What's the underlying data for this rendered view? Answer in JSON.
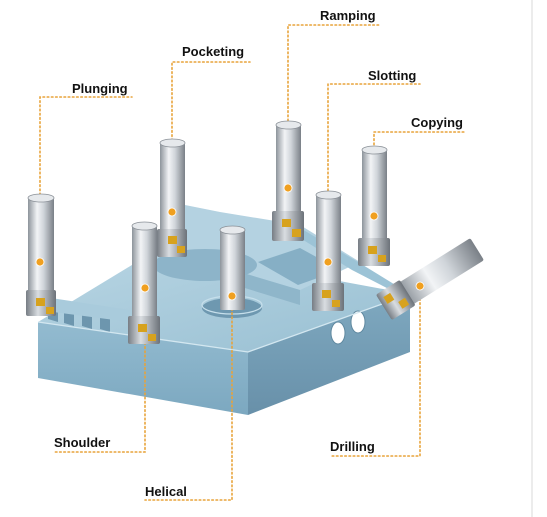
{
  "labels": {
    "ramping": "Ramping",
    "pocketing": "Pocketing",
    "slotting": "Slotting",
    "plunging": "Plunging",
    "copying": "Copying",
    "shoulder": "Shoulder",
    "drilling": "Drilling",
    "helical": "Helical"
  },
  "colors": {
    "leader": "#e8a33a",
    "marker": "#f0a020",
    "block_top": "#a6c8d9",
    "block_front": "#85afc6",
    "block_side": "#6f9ab3",
    "insert": "#d7a21e"
  }
}
